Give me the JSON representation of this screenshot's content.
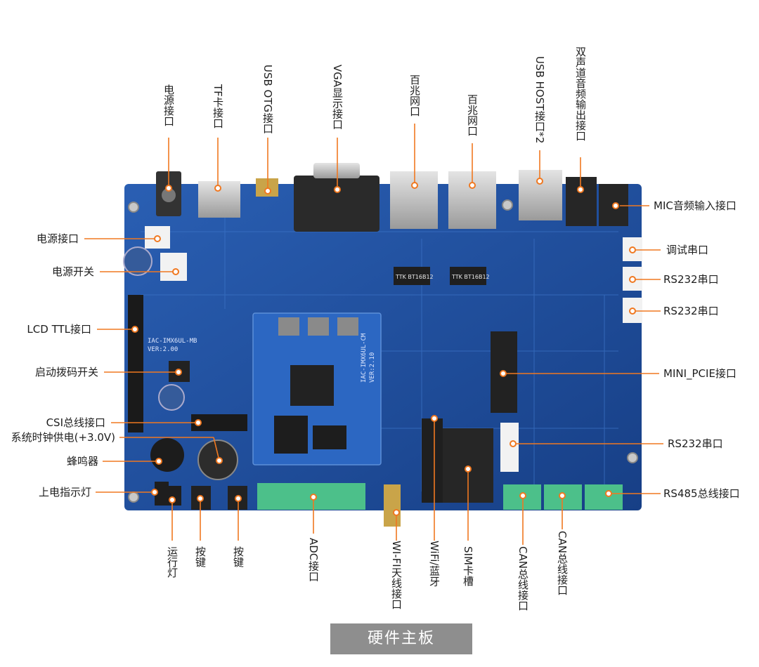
{
  "caption": "硬件主板",
  "colors": {
    "board": "#1f4e9c",
    "leader": "#f07820",
    "caption_bg": "#8e8e8e"
  },
  "board": {
    "silkscreen": {
      "mb_name": "IAC-IMX6UL-MB",
      "mb_version": "VER:2.00",
      "cm_name": "IAC-IMX6UL-CM",
      "cm_version": "VER:2.10",
      "lan_chip_1": "TTK BT16B12",
      "lan_chip_2": "TTK BT16B12"
    }
  },
  "labels": {
    "power_jack": "电源接口",
    "tf_slot": "TF卡接口",
    "usb_otg": "USB OTG接口",
    "vga": "VGA显示接口",
    "ethernet_1": "百兆网口",
    "ethernet_2": "百兆网口",
    "usb_host": "USB HOST接口*2",
    "audio_out": "双声道音频输出接口",
    "power_connector": "电源接口",
    "power_switch": "电源开关",
    "lcd_ttl": "LCD TTL接口",
    "boot_dip": "启动拨码开关",
    "csi": "CSI总线接口",
    "rtc_power": "系统时钟供电(+3.0V)",
    "buzzer": "蜂鸣器",
    "power_led": "上电指示灯",
    "mic_in": "MIC音频输入接口",
    "debug_uart": "调试串口",
    "rs232_1": "RS232串口",
    "rs232_2": "RS232串口",
    "mini_pcie": "MINI_PCIE接口",
    "rs232_3": "RS232串口",
    "rs485": "RS485总线接口",
    "run_led": "运行灯",
    "key_1": "按键",
    "key_2": "按键",
    "adc": "ADC接口",
    "wifi_antenna": "WI-FI天线接口",
    "wifi_bt": "WiFi/蓝牙",
    "sim_slot": "SIM卡槽",
    "can_1": "CAN总线接口",
    "can_2": "CAN总线接口"
  }
}
